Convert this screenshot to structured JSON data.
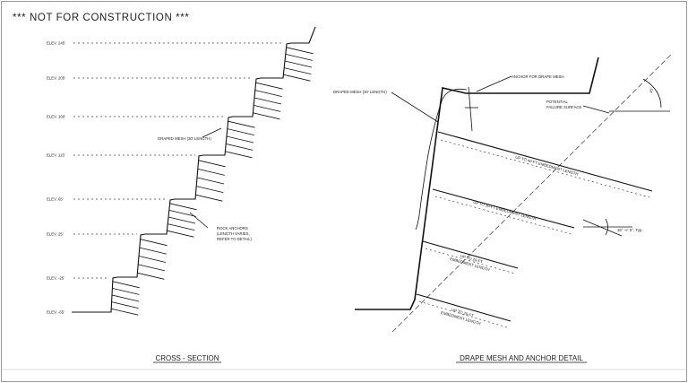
{
  "banner": "*** NOT FOR CONSTRUCTION ***",
  "cross_section": {
    "title": "CROSS - SECTION",
    "elevations": [
      "ELEV. 245'",
      "ELEV. 205'",
      "ELEV. 160'",
      "ELEV. 115'",
      "ELEV. 65'",
      "ELEV. 25'",
      "ELEV. -25'",
      "ELEV. -65'"
    ],
    "draped_mesh_label": "DRAPED MESH (30' LENGTH)",
    "rock_anchors_label": [
      "ROCK ANCHORS",
      "(LENGTH VARIES,",
      "REFER TO DETAIL)"
    ]
  },
  "detail": {
    "title": "DRAPE MESH AND ANCHOR DETAIL",
    "draped_mesh_label": "DRAPED MESH (30' LENGTH)",
    "anchor_label": "ANCHOR FOR DRAPE MESH",
    "failure_label": [
      "POTENTIAL",
      "FAILURE SURFACE"
    ],
    "angle_label": "45°",
    "tilt_label": "15° +/- 5°, Typ.",
    "anchors": [
      {
        "label": "UP TO 40-FT EMBEDMENT LENGTH"
      },
      {
        "label": "UP TO 30-FT EMBEDMENT LENGTH"
      },
      {
        "label": [
          "UP TO 20-FT",
          "EMBEDMENT LENGTH"
        ]
      },
      {
        "label": [
          "UP TO 20-FT",
          "EMBEDMENT LENGTH"
        ]
      }
    ]
  }
}
